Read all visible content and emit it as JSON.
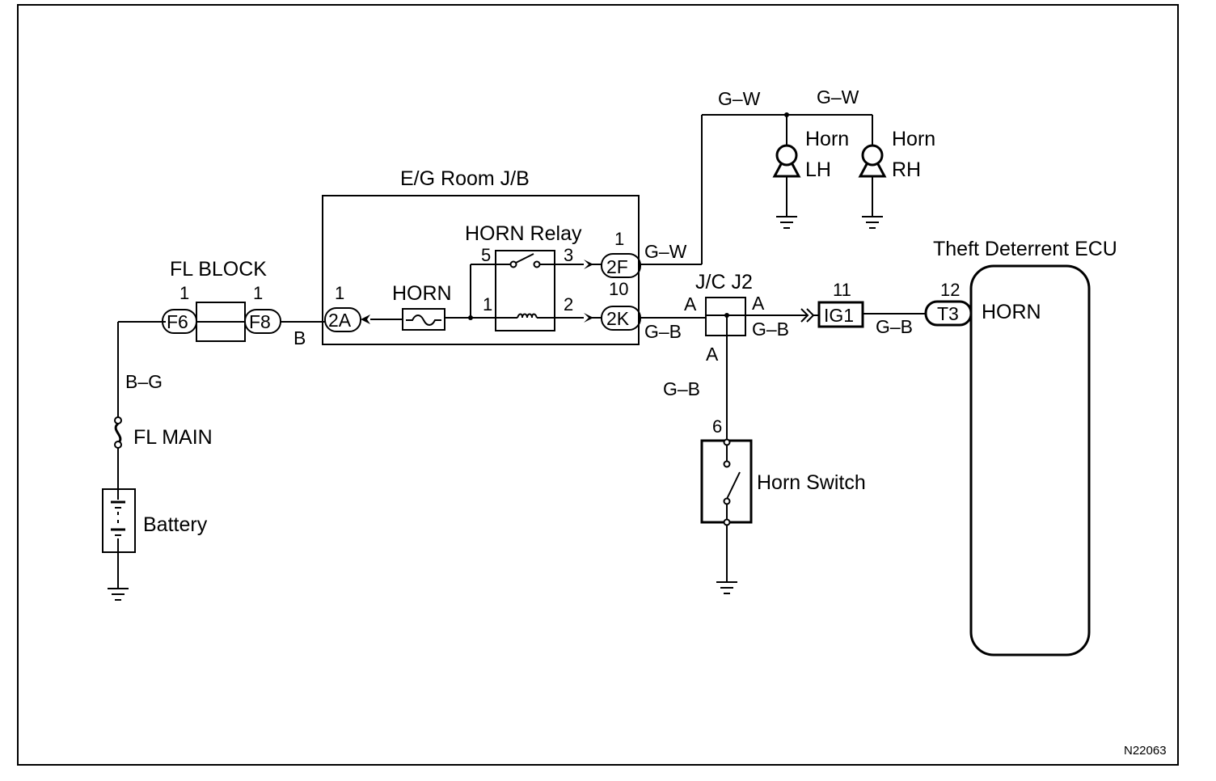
{
  "components": {
    "eg_room_jb": "E/G Room J/B",
    "horn_relay": "HORN Relay",
    "horn_fuse": "HORN",
    "fl_block": "FL BLOCK",
    "fl_main": "FL MAIN",
    "battery": "Battery",
    "jc_j2": "J/C J2",
    "horn_switch": "Horn Switch",
    "theft_ecu": "Theft Deterrent ECU",
    "ecu_terminal": "HORN",
    "horn_lh_top": "Horn",
    "horn_lh_side": "LH",
    "horn_rh_top": "Horn",
    "horn_rh_side": "RH"
  },
  "connectors": {
    "f6": "F6",
    "f8": "F8",
    "c2a": "2A",
    "c2f": "2F",
    "c2k": "2K",
    "ig1": "IG1",
    "t3": "T3"
  },
  "pins": {
    "f6": "1",
    "f8": "1",
    "c2a": "1",
    "relay_5": "5",
    "relay_3": "3",
    "relay_1": "1",
    "relay_2": "2",
    "c2f": "1",
    "c2k": "10",
    "ig1": "11",
    "t3": "12",
    "horn_switch": "6"
  },
  "wires": {
    "bg": "B–G",
    "b": "B",
    "gw_relay": "G–W",
    "gw_top_left": "G–W",
    "gw_top_right": "G–W",
    "gb_2k": "G–B",
    "gb_jc_right": "G–B",
    "gb_ig1": "G–B",
    "gb_switch": "G–B",
    "jc_a_left": "A",
    "jc_a_right": "A",
    "jc_a_bottom": "A"
  },
  "footer": {
    "code": "N22063"
  }
}
